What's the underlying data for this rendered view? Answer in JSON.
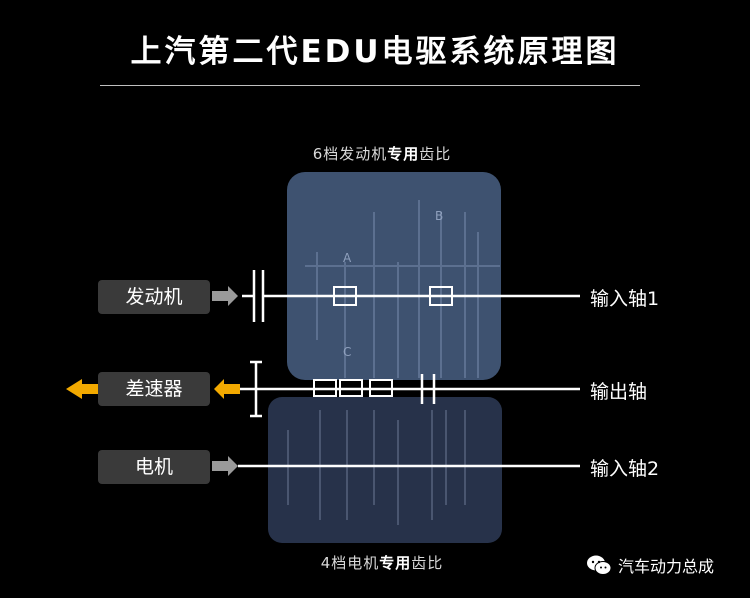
{
  "title": "上汽第二代EDU电驱系统原理图",
  "top_caption": {
    "pre": "6档发动机",
    "bold": "专用",
    "post": "齿比"
  },
  "bottom_caption": {
    "pre": "4档电机",
    "bold": "专用",
    "post": "齿比"
  },
  "left_labels": {
    "engine": "发动机",
    "differential": "差速器",
    "motor": "电机"
  },
  "shaft_labels": {
    "input1": "输入轴1",
    "output": "输出轴",
    "input2": "输入轴2"
  },
  "gear_letters": {
    "a": "A",
    "b": "B",
    "c": "C"
  },
  "watermark": "汽车动力总成",
  "colors": {
    "background": "#000000",
    "upper_panel": "#3e5270",
    "lower_panel": "#27324a",
    "label_box": "#3a3a3a",
    "arrow_grey": "#9a9a9a",
    "arrow_yellow": "#f2a900"
  },
  "icons": [
    "wechat-icon"
  ]
}
